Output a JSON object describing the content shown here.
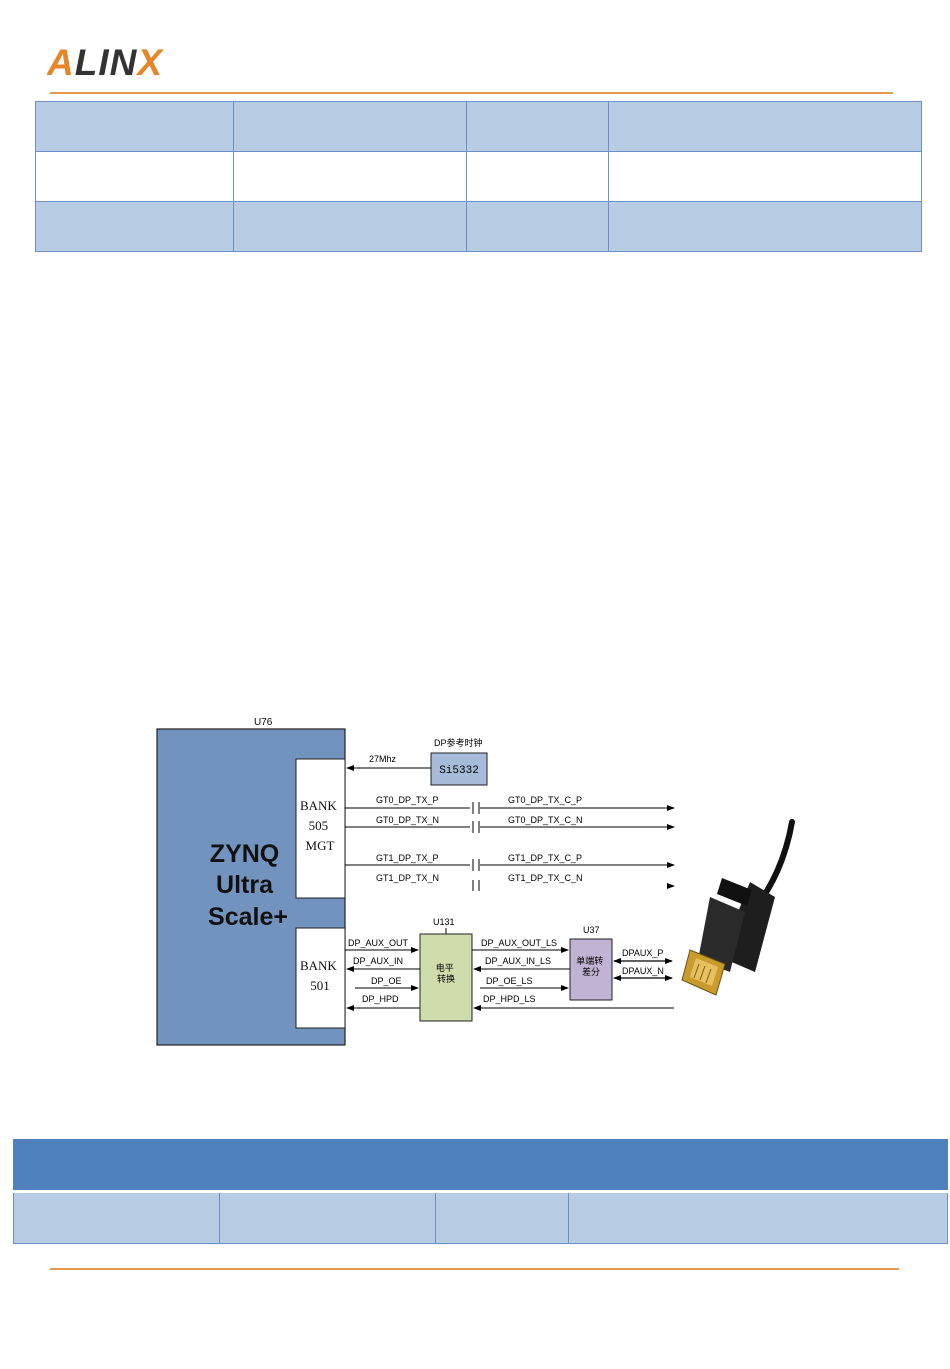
{
  "header": {
    "logo_text": "ALINX",
    "accent_color": "#e5862a",
    "text_color": "#333333"
  },
  "diagram": {
    "chip_label": "U76",
    "chip_name_lines": [
      "ZYNQ",
      "Ultra",
      "Scale+"
    ],
    "bank_mgt_lines": [
      "BANK",
      "505",
      "MGT"
    ],
    "bank_501_lines": [
      "BANK",
      "501"
    ],
    "clock_title": "DP参考时钟",
    "clock_chip": "Si5332",
    "clock_freq": "27Mhz",
    "gt_signals": [
      {
        "left": "GT0_DP_TX_P",
        "right": "GT0_DP_TX_C_P"
      },
      {
        "left": "GT0_DP_TX_N",
        "right": "GT0_DP_TX_C_N"
      },
      {
        "left": "GT1_DP_TX_P",
        "right": "GT1_DP_TX_C_P"
      },
      {
        "left": "GT1_DP_TX_N",
        "right": "GT1_DP_TX_C_N"
      }
    ],
    "level_shifter_label": "U131",
    "level_shifter_lines": [
      "电平",
      "转换"
    ],
    "aux_left": [
      "DP_AUX_OUT",
      "DP_AUX_IN",
      "DP_OE",
      "DP_HPD"
    ],
    "aux_right": [
      "DP_AUX_OUT_LS",
      "DP_AUX_IN_LS",
      "DP_OE_LS",
      "DP_HPD_LS"
    ],
    "diff_label": "U37",
    "diff_lines": [
      "单端转",
      "差分"
    ],
    "dp_aux": [
      "DPAUX_P",
      "DPAUX_N"
    ],
    "colors": {
      "chip_fill": "#7393bf",
      "clock_fill": "#a7bcd9",
      "level_fill": "#cfdcab",
      "diff_fill": "#c1b3d3"
    }
  }
}
